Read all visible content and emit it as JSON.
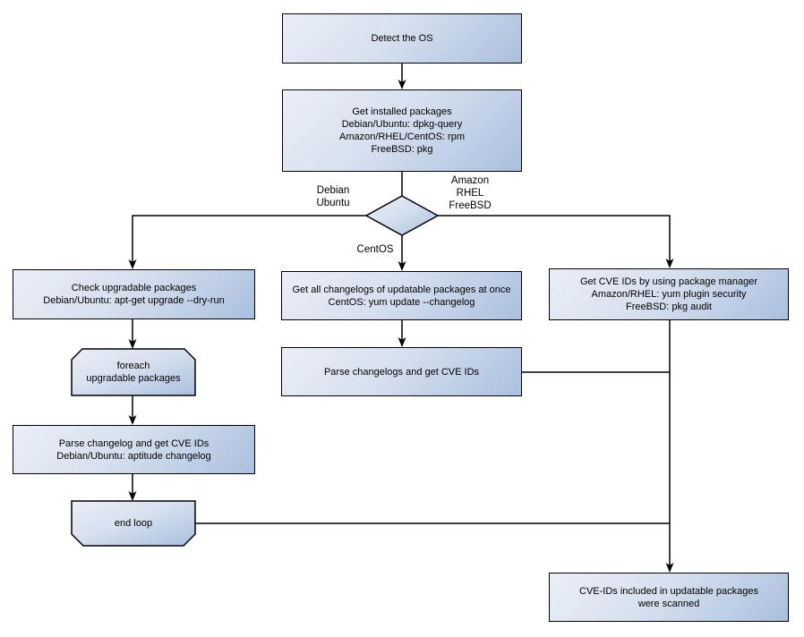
{
  "diagram": {
    "kind": "flowchart",
    "topic": "OS package vulnerability (CVE) scan flow"
  },
  "colors": {
    "background": "#ffffff",
    "node_fill_light": "#eaeff7",
    "node_fill_dark": "#aac0de",
    "border": "#000000",
    "line": "#000000",
    "text": "#000000"
  },
  "nodes": {
    "detect_os": {
      "label": "Detect the OS"
    },
    "get_installed_packages": {
      "label": "Get installed packages\nDebian/Ubuntu: dpkg-query\nAmazon/RHEL/CentOS: rpm\nFreeBSD: pkg"
    },
    "check_upgradable_packages": {
      "label": "Check upgradable packages\nDebian/Ubuntu: apt-get upgrade --dry-run"
    },
    "get_all_changelogs": {
      "label": "Get all changelogs of updatable packages at once\nCentOS: yum update --changelog"
    },
    "get_cve_ids_package_manager": {
      "label": "Get CVE IDs by using package manager\nAmazon/RHEL: yum plugin security\nFreeBSD: pkg audit"
    },
    "foreach_loop_start": {
      "label": "foreach\nupgradable packages"
    },
    "parse_changelog_left": {
      "label": "Parse changelog and get CVE IDs\nDebian/Ubuntu: aptitude changelog"
    },
    "end_loop": {
      "label": "end loop"
    },
    "parse_changelogs_middle": {
      "label": "Parse changelogs and get CVE IDs"
    },
    "cve_ids_scanned": {
      "label": "CVE-IDs included in updatable packages\nwere scanned"
    }
  },
  "edge_labels": {
    "left_branch": "Debian\nUbuntu",
    "right_branch": "Amazon\nRHEL\nFreeBSD",
    "middle_branch": "CentOS"
  }
}
